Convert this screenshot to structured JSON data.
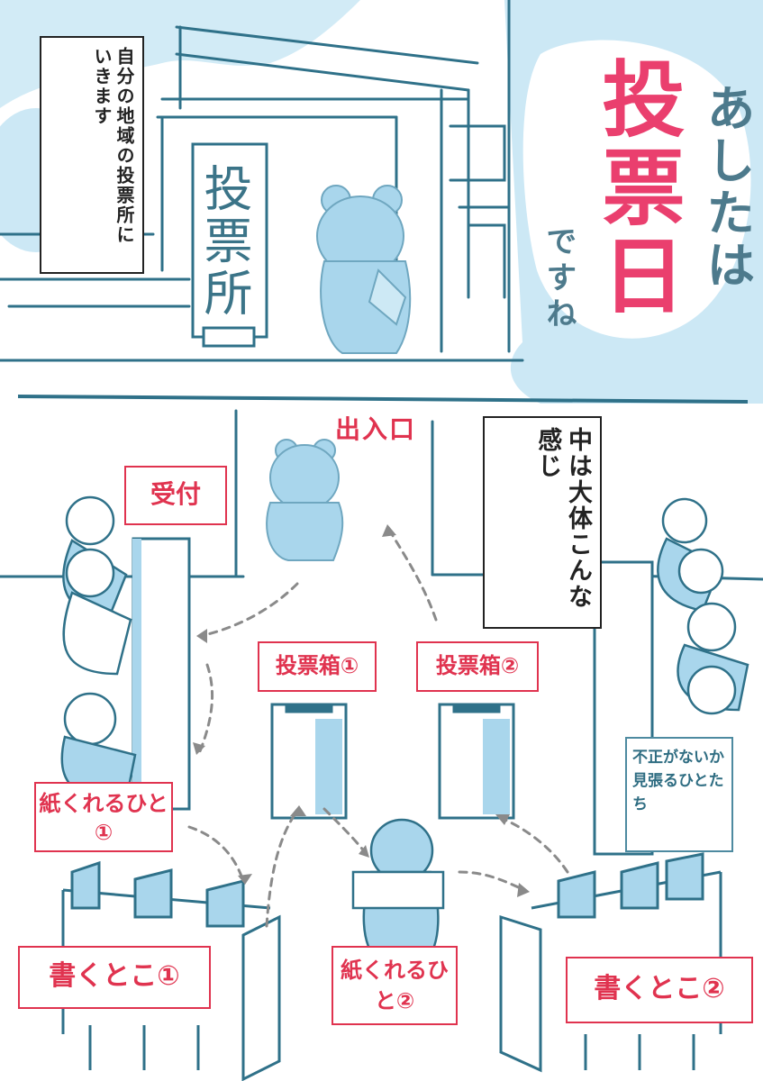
{
  "top_panel": {
    "narration": "自分の地域の投票所にいきます",
    "sign_text": "投票所",
    "title_line1": "あしたは",
    "title_main": "投票日",
    "title_sub": "ですね"
  },
  "bottom_panel": {
    "narration": "中は大体こんな感じ",
    "labels": {
      "entrance": "出入口",
      "reception": "受付",
      "ballot_box_1": "投票箱①",
      "ballot_box_2": "投票箱②",
      "paper_giver_1": "紙くれるひと①",
      "write_area_1": "書くとこ①",
      "paper_giver_2": "紙くれるひと②",
      "write_area_2": "書くとこ②",
      "watchers": "不正がないか見張るひとたち"
    }
  },
  "colors": {
    "line": "#2f7189",
    "wash": "#a9d6ec",
    "accent_pink": "#ea3f6e",
    "label_red": "#e0334f",
    "title_teal": "#4d7a8c"
  }
}
